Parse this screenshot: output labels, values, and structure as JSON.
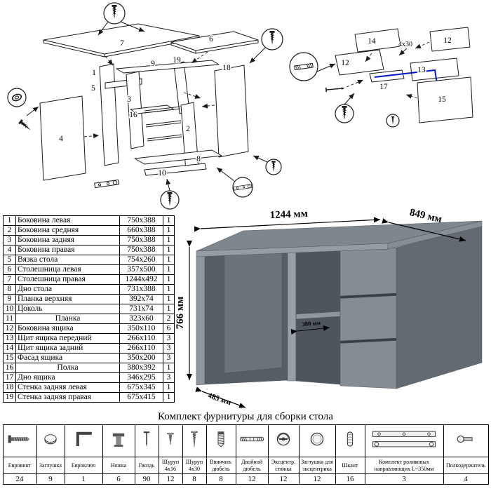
{
  "colors": {
    "line": "#1a1a1a",
    "accent_blue": "#0016cc",
    "desk_grey": "#7e868e"
  },
  "diagram": {
    "left_labels": {
      "p1": "1",
      "p2": "2",
      "p3": "3",
      "p4": "4",
      "p5": "5",
      "p6": "6",
      "p7": "7",
      "p8": "8",
      "p9": "9",
      "p10": "10",
      "p16": "16",
      "p18": "18",
      "p19": "19"
    },
    "right_labels": {
      "p12a": "12",
      "p12b": "12",
      "p13": "13",
      "p14": "14",
      "p15": "15",
      "p17": "17"
    },
    "annotation": "4x30",
    "callout_icons": [
      "screw-icon",
      "ring-plug-icon",
      "double-dowel-icon",
      "nail-icon",
      "roller-rail-icon"
    ]
  },
  "parts_table": {
    "rows": [
      {
        "num": "1",
        "name": "Боковина левая",
        "size": "750x388",
        "qty": "1"
      },
      {
        "num": "2",
        "name": "Боковина средняя",
        "size": "660x388",
        "qty": "1"
      },
      {
        "num": "3",
        "name": "Боковина задняя",
        "size": "750x388",
        "qty": "1"
      },
      {
        "num": "4",
        "name": "Боковина правая",
        "size": "750x388",
        "qty": "1"
      },
      {
        "num": "5",
        "name": "Вязка стола",
        "size": "754x260",
        "qty": "1"
      },
      {
        "num": "6",
        "name": "Столешница левая",
        "size": "357x500",
        "qty": "1"
      },
      {
        "num": "7",
        "name": "Столешница правая",
        "size": "1244x492",
        "qty": "1"
      },
      {
        "num": "8",
        "name": "Дно стола",
        "size": "731x388",
        "qty": "1"
      },
      {
        "num": "9",
        "name": "Планка верхняя",
        "size": "392x74",
        "qty": "1"
      },
      {
        "num": "10",
        "name": "Цоколь",
        "size": "731x74",
        "qty": "1"
      },
      {
        "num": "11",
        "name": "Планка",
        "size": "323x60",
        "qty": "2"
      },
      {
        "num": "12",
        "name": "Боковина ящика",
        "size": "350x110",
        "qty": "6"
      },
      {
        "num": "13",
        "name": "Щит ящика передний",
        "size": "266x110",
        "qty": "3"
      },
      {
        "num": "14",
        "name": "Щит ящика задний",
        "size": "266x110",
        "qty": "3"
      },
      {
        "num": "15",
        "name": "Фасад ящика",
        "size": "350x200",
        "qty": "3"
      },
      {
        "num": "16",
        "name": "Полка",
        "size": "380x392",
        "qty": "1"
      },
      {
        "num": "17",
        "name": "Дно ящика",
        "size": "346x295",
        "qty": "3"
      },
      {
        "num": "18",
        "name": "Стенка задняя левая",
        "size": "675x345",
        "qty": "1"
      },
      {
        "num": "19",
        "name": "Стенка задняя правая",
        "size": "675x415",
        "qty": "1"
      }
    ]
  },
  "desk": {
    "dims": {
      "width": "1244 мм",
      "depth": "849 мм",
      "height": "766 мм",
      "shelf_depth": "380 мм",
      "base_depth": "485 мм"
    }
  },
  "hardware": {
    "title": "Комплект фурнитуры для сборки стола",
    "items": [
      {
        "label": "Евровинт",
        "qty": "24",
        "icon": "euroscrew-icon"
      },
      {
        "label": "Заглушка",
        "qty": "9",
        "icon": "plug-icon"
      },
      {
        "label": "Евроключ",
        "qty": "1",
        "icon": "hex-key-icon"
      },
      {
        "label": "Ножка",
        "qty": "6",
        "icon": "foot-icon"
      },
      {
        "label": "Гвоздь",
        "qty": "90",
        "icon": "nail-icon"
      },
      {
        "label": "Шуруп 4x16",
        "qty": "12",
        "icon": "screw-4x16-icon"
      },
      {
        "label": "Шуруп 4x30",
        "qty": "8",
        "icon": "screw-4x30-icon"
      },
      {
        "label": "Ввинчив. дюбель",
        "qty": "8",
        "icon": "screw-in-dowel-icon"
      },
      {
        "label": "Двойной дюбель",
        "qty": "12",
        "icon": "double-dowel-icon"
      },
      {
        "label": "Эксцентр. стяжка",
        "qty": "12",
        "icon": "cam-lock-icon"
      },
      {
        "label": "Заглушка для эксцентрика",
        "qty": "12",
        "icon": "cam-cover-icon"
      },
      {
        "label": "Шкант",
        "qty": "16",
        "icon": "wooden-dowel-icon"
      },
      {
        "label": "Комплект роликовых направляющих L~350мм",
        "qty": "3",
        "icon": "roller-guides-icon"
      },
      {
        "label": "Полкодержатель",
        "qty": "4",
        "icon": "shelf-support-icon"
      }
    ]
  }
}
